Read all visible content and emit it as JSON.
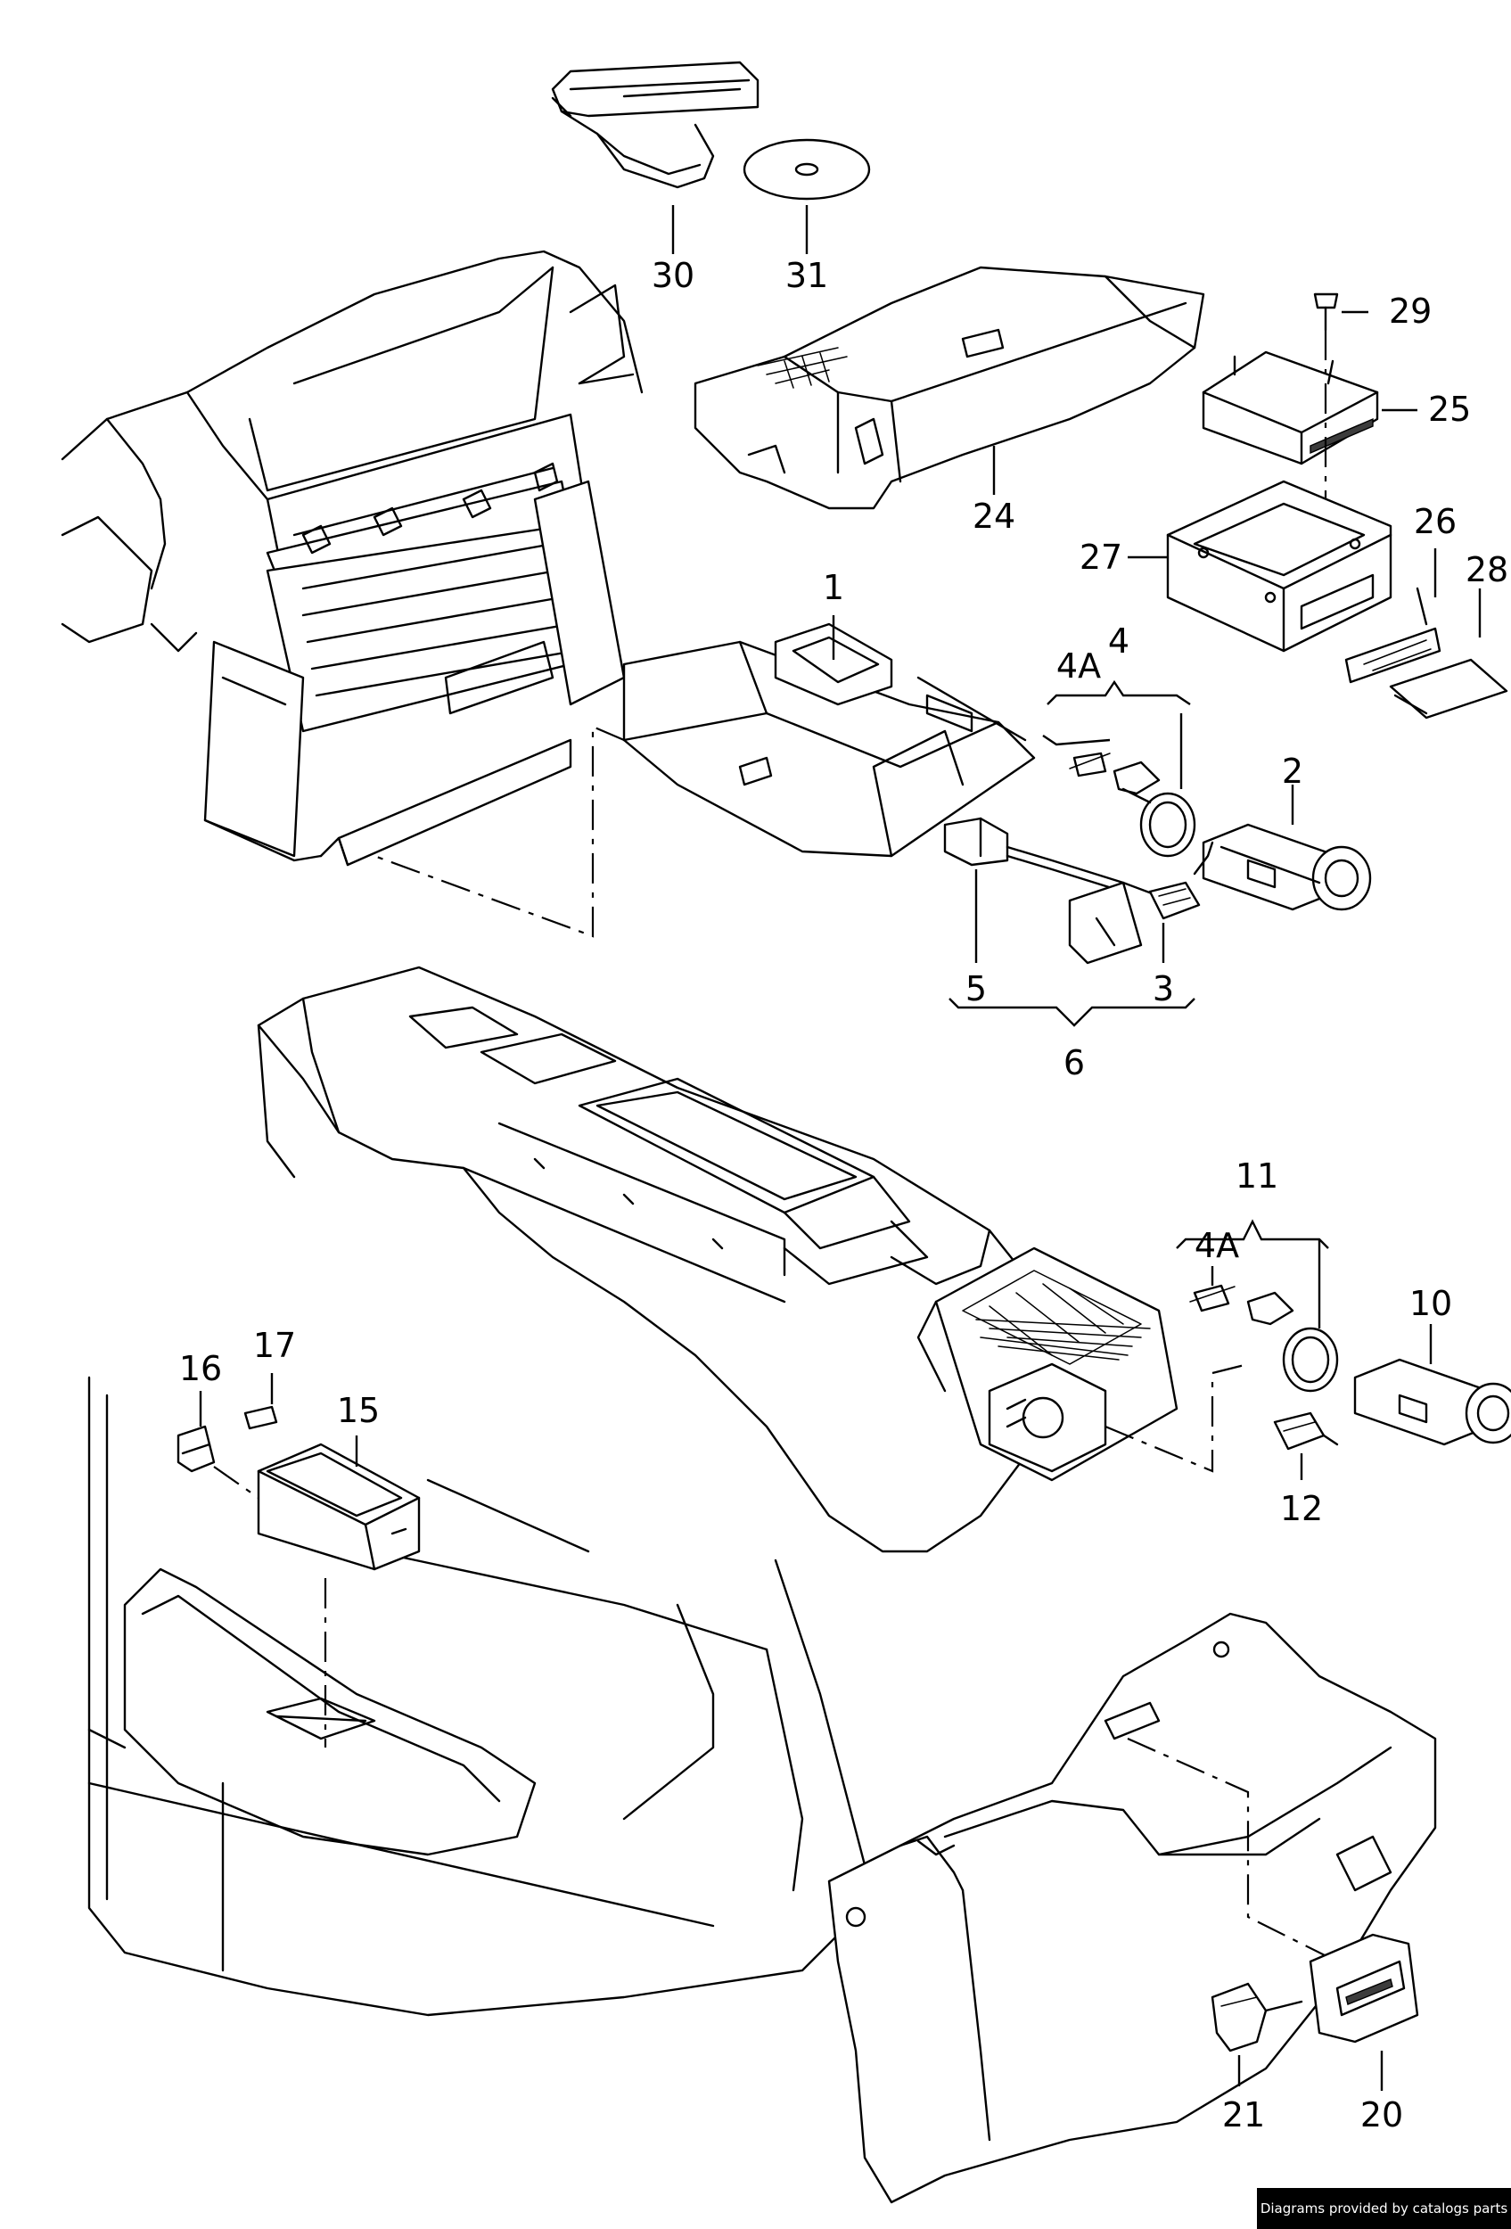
{
  "callouts": {
    "c1": "1",
    "c2": "2",
    "c3": "3",
    "c4": "4",
    "c4a_top": "4A",
    "c5": "5",
    "c6": "6",
    "c10": "10",
    "c11": "11",
    "c4a_bottom": "4A",
    "c12": "12",
    "c15": "15",
    "c16": "16",
    "c17": "17",
    "c20": "20",
    "c21": "21",
    "c24": "24",
    "c25": "25",
    "c26": "26",
    "c27": "27",
    "c28": "28",
    "c29": "29",
    "c30": "30",
    "c31": "31"
  },
  "credit": "Diagrams provided by catalogs parts"
}
